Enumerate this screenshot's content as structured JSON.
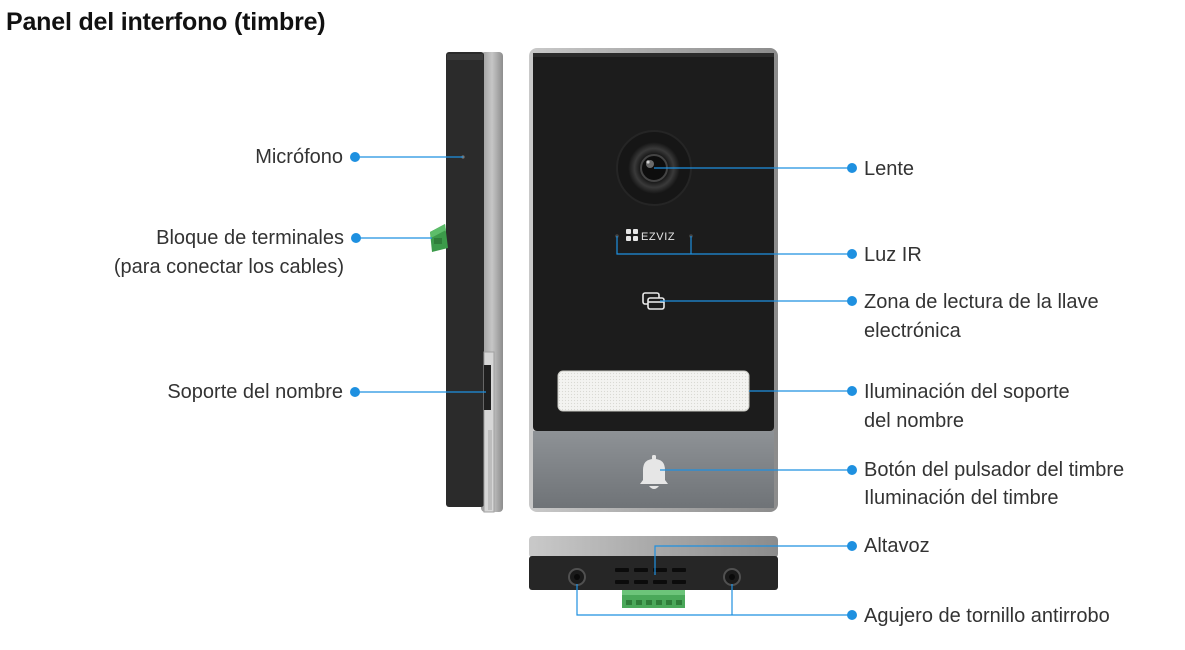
{
  "title": "Panel del interfono (timbre)",
  "brand": "EZVIZ",
  "accent_color": "#1e90e0",
  "labels_left": {
    "microfono": "Micrófono",
    "bloque_line1": "Bloque de terminales",
    "bloque_line2": "(para conectar los cables)",
    "soporte": "Soporte del nombre"
  },
  "labels_right": {
    "lente": "Lente",
    "luz_ir": "Luz IR",
    "zona_line1": "Zona de lectura de la llave",
    "zona_line2": "electrónica",
    "ilum_line1": "Iluminación del soporte",
    "ilum_line2": "del nombre",
    "boton_line1": "Botón del pulsador del timbre",
    "boton_line2": "Iluminación del timbre",
    "altavoz": "Altavoz",
    "agujero": "Agujero de tornillo antirrobo"
  },
  "icons": [
    "camera-lens-icon",
    "ir-light-icon",
    "card-reader-icon",
    "bell-icon",
    "screw-hole-icon",
    "terminal-block-icon"
  ]
}
